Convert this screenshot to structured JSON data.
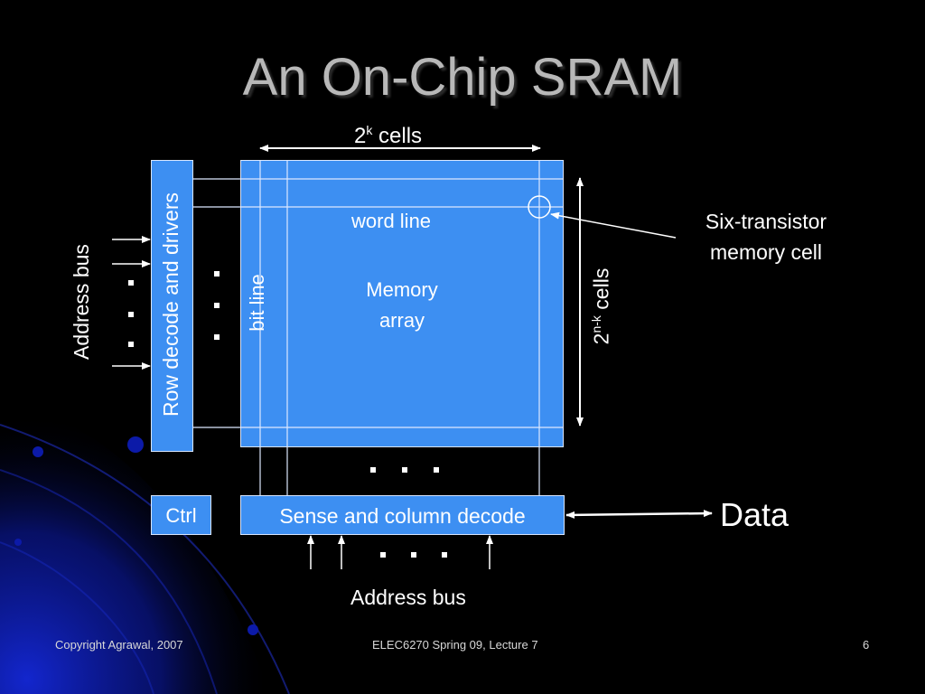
{
  "slide": {
    "title": "An On-Chip SRAM",
    "page_number": "6"
  },
  "diagram": {
    "top_dimension": {
      "base": "2",
      "exponent": "k",
      "suffix": " cells"
    },
    "side_dimension": {
      "base": "2",
      "exponent": "n-k",
      "suffix": " cells"
    },
    "row_decoder_label": "Row decode and drivers",
    "left_address_bus_label": "Address bus",
    "bottom_address_bus_label": "Address bus",
    "word_line_label": "word line",
    "bit_line_label": "bit line",
    "memory_array_line1": "Memory",
    "memory_array_line2": "array",
    "cell_callout_line1": "Six-transistor",
    "cell_callout_line2": "memory cell",
    "ctrl_label": "Ctrl",
    "sense_label": "Sense and column decode",
    "data_label": "Data"
  },
  "footer": {
    "left": "Copyright Agrawal, 2007",
    "center": "ELEC6270 Spring 09, Lecture 7"
  },
  "colors": {
    "background": "#000000",
    "box_fill": "#3d8ff2",
    "title": "#b8b8b8",
    "deco_blue": "#0a18b0"
  }
}
